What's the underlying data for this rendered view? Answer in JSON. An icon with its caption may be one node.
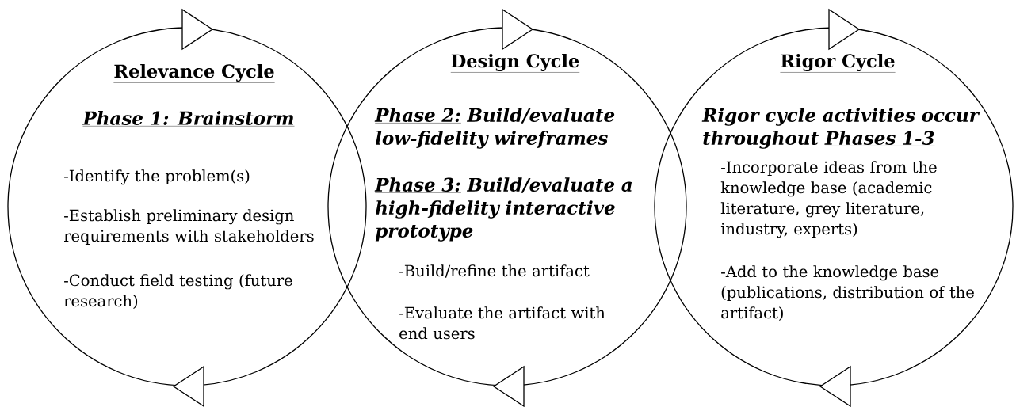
{
  "diagram": {
    "nodes": [
      {
        "text": [
          "Relevance Cycle",
          "Phase 1: Brainstorm",
          "-Identify the problem(s)",
          "-Establish preliminary design requirements with stakeholders",
          "-Conduct field testing (future research)"
        ]
      },
      {
        "text": [
          "Design Cycle",
          "Phase 2:",
          "Build/evaluate low-fidelity wireframes",
          "Phase 3:",
          "Build/evaluate a high-fidelity interactive prototype",
          "-Build/refine the artifact",
          "-Evaluate the artifact with end users"
        ]
      },
      {
        "text": [
          "Rigor Cycle",
          "Rigor cycle activities occur throughout",
          "Phases 1-3",
          "-Incorporate ideas from the knowledge base (academic literature, grey literature, industry, experts)",
          "-Add to the knowledge base (publications, distribution of the artifact)"
        ]
      }
    ]
  }
}
